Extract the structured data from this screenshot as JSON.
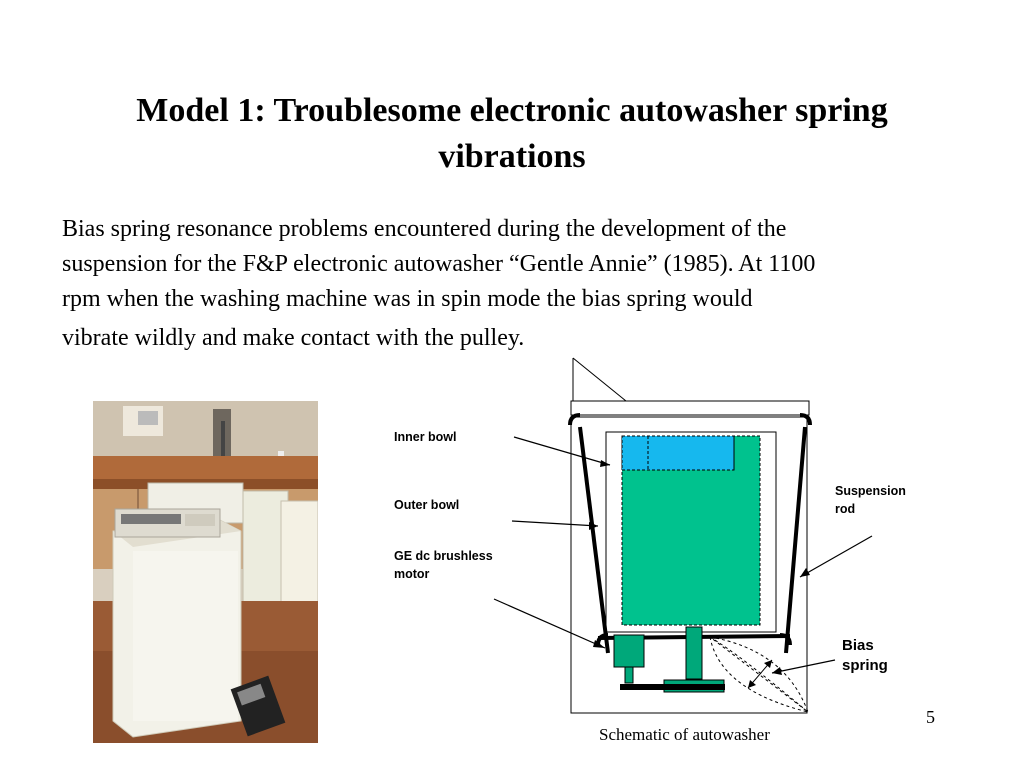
{
  "slide": {
    "title": "Model 1: Troublesome electronic autowasher spring vibrations",
    "body_lines": [
      "Bias spring resonance problems encountered during the development of the",
      "suspension for the F&P electronic autowasher “Gentle Annie” (1985). At 1100",
      "rpm when the washing machine was in spin mode the bias spring would",
      "vibrate wildly and make contact with the pulley."
    ],
    "page_number": "5"
  },
  "schematic": {
    "labels": {
      "inner_bowl": "Inner bowl",
      "outer_bowl": "Outer bowl",
      "motor": "GE dc brushless\nmotor",
      "suspension_rod": "Suspension\nrod",
      "bias_spring": "Bias\nspring"
    },
    "caption": "Schematic of autowasher",
    "colors": {
      "inner_bowl": "#00c28e",
      "inner_bowl_top": "#16b8ee",
      "motor": "#00a87a",
      "rods": "#000000"
    }
  },
  "photo": {
    "description_icon": "washing-machine-photo"
  }
}
